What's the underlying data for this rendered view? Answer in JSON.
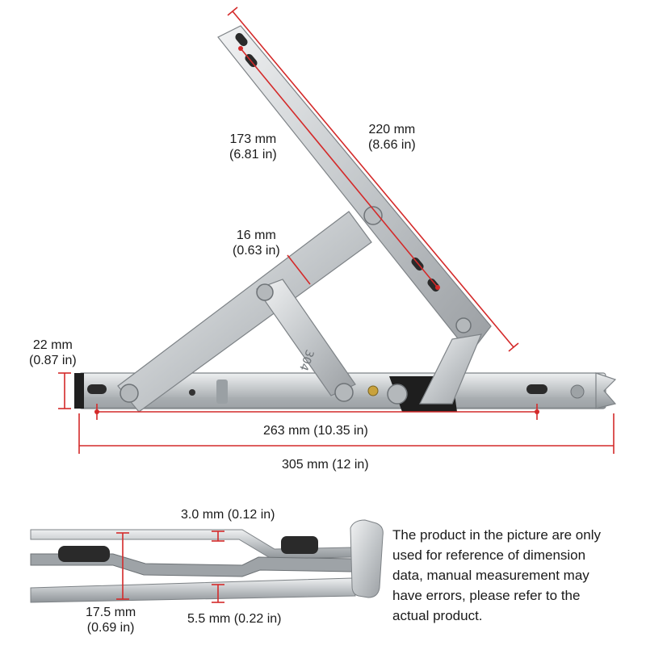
{
  "image": {
    "subject": "stainless steel friction stay window hinge with dimension annotations",
    "colors": {
      "dimension_line": "#d42a2a",
      "steel": "#c9ccce",
      "steel_dark": "#8e9295",
      "rubber_block": "#1c1c1c",
      "text": "#1a1a1a"
    }
  },
  "dimensions": {
    "arm_hole_span": {
      "mm": "173 mm",
      "inch": "(6.81 in)"
    },
    "arm_length": {
      "mm": "220 mm",
      "inch": "(8.66 in)"
    },
    "link_width": {
      "mm": "16 mm",
      "inch": "(0.63 in)"
    },
    "track_height": {
      "mm": "22 mm",
      "inch": "(0.87 in)"
    },
    "track_hole_span": "263 mm (10.35 in)",
    "overall_length": "305 mm (12 in)",
    "material_thickness": "3.0 mm (0.12 in)",
    "closed_height": {
      "mm": "17.5 mm",
      "inch": "(0.69 in)"
    },
    "gap": "5.5 mm (0.22 in)"
  },
  "stamp": "304",
  "note": {
    "lines": [
      "The product in the picture are only",
      "used for reference of dimension",
      "data, manual measurement may",
      "have errors, please refer to the",
      "actual product."
    ]
  }
}
